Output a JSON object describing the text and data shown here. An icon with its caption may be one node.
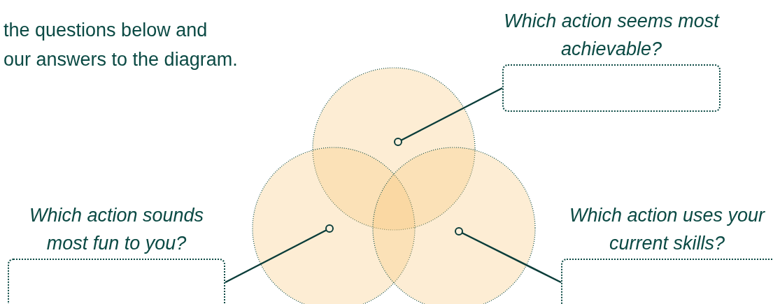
{
  "diagram": {
    "nodes": [
      {
        "text": [
          "Which action seems most achievable?"
        ]
      },
      {
        "text": [],
        "shape": "circle"
      },
      {
        "text": [],
        "shape": "circle"
      },
      {
        "text": [],
        "shape": "circle"
      },
      {
        "text": [
          "Which action sounds most fun to you?"
        ]
      },
      {
        "text": [
          "Which action uses your current skills?"
        ]
      }
    ],
    "edges": [
      {
        "from": 1,
        "to": 0,
        "arrow": "other"
      },
      {
        "from": 2,
        "to": 4,
        "arrow": "other"
      },
      {
        "from": 3,
        "to": 5,
        "arrow": "other"
      }
    ],
    "labels": [
      "the questions below and",
      "our answers to the diagram."
    ]
  }
}
